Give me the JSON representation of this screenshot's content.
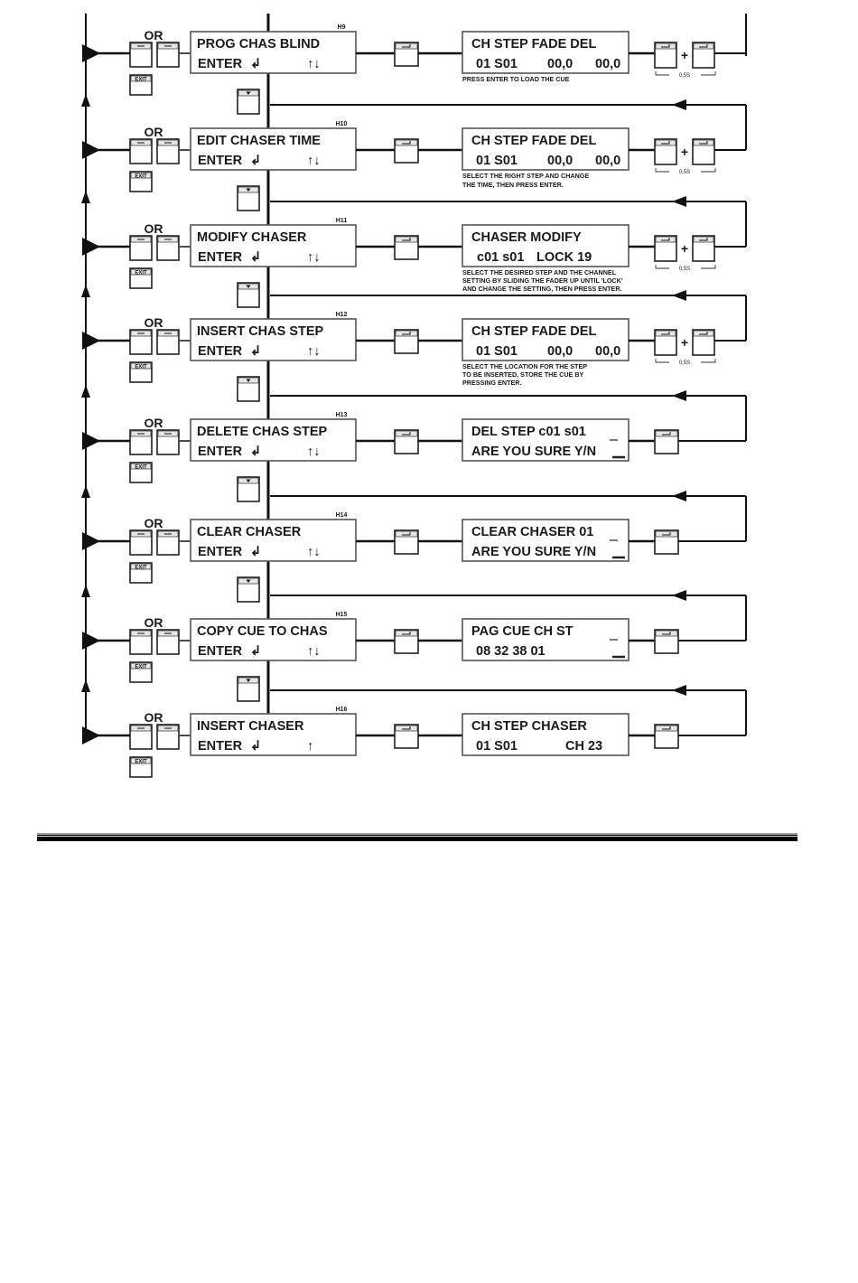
{
  "diagram": {
    "or_label": "OR",
    "exit_key_label": "EXIT",
    "enter_symbol": "↲",
    "hold_time_label": "0,5S",
    "plus_symbol": "+",
    "menus": [
      {
        "code": "H9",
        "line1": "PROG CHAS BLIND",
        "line2": "ENTER",
        "nav_arrows": "↑↓",
        "display": {
          "line1": "CH STEP FADE DEL",
          "line2_parts": [
            "01 S01",
            "00,0",
            "00,0"
          ],
          "cursor": false
        },
        "note": [
          "PRESS ENTER TO LOAD THE CUE"
        ],
        "confirm": "double-enter"
      },
      {
        "code": "H10",
        "line1": "EDIT CHASER TIME",
        "line2": "ENTER",
        "nav_arrows": "↑↓",
        "display": {
          "line1": "CH STEP FADE DEL",
          "line2_parts": [
            "01 S01",
            "00,0",
            "00,0"
          ],
          "cursor": false
        },
        "note": [
          "SELECT THE RIGHT STEP AND CHANGE",
          "THE TIME, THEN PRESS ENTER."
        ],
        "confirm": "double-enter"
      },
      {
        "code": "H11",
        "line1": "MODIFY CHASER",
        "line2": "ENTER",
        "nav_arrows": "↑↓",
        "display": {
          "line1": "CHASER   MODIFY",
          "line2_parts": [
            "c01 s01",
            "LOCK 19"
          ],
          "cursor": false
        },
        "note": [
          "SELECT THE DESIRED STEP AND THE CHANNEL",
          "SETTING BY SLIDING THE FADER UP UNTIL 'LOCK'",
          "AND CHANGE THE SETTING, THEN PRESS ENTER."
        ],
        "confirm": "double-enter"
      },
      {
        "code": "H12",
        "line1": "INSERT CHAS STEP",
        "line2": "ENTER",
        "nav_arrows": "↑↓",
        "display": {
          "line1": "CH STEP FADE DEL",
          "line2_parts": [
            "01 S01",
            "00,0",
            "00,0"
          ],
          "cursor": false
        },
        "note": [
          "SELECT THE LOCATION FOR THE STEP",
          "TO BE INSERTED, STORE THE CUE BY",
          "PRESSING ENTER."
        ],
        "confirm": "double-enter"
      },
      {
        "code": "H13",
        "line1": "DELETE CHAS STEP",
        "line2": "ENTER",
        "nav_arrows": "↑↓",
        "display": {
          "line1": "DEL STEP c01 s01",
          "line2_parts": [
            "ARE YOU SURE Y/N"
          ],
          "cursor": true
        },
        "note": [],
        "confirm": "single-enter"
      },
      {
        "code": "H14",
        "line1": "CLEAR CHASER",
        "line2": "ENTER",
        "nav_arrows": "↑↓",
        "display": {
          "line1": "CLEAR CHASER  01",
          "line2_parts": [
            "ARE YOU SURE Y/N"
          ],
          "cursor": true
        },
        "note": [],
        "confirm": "single-enter"
      },
      {
        "code": "H15",
        "line1": "COPY CUE TO CHAS",
        "line2": "ENTER",
        "nav_arrows": "↑↓",
        "display": {
          "line1": "PAG CUE   CH  ST",
          "line2_parts": [
            "08  32   38 01"
          ],
          "cursor": true
        },
        "note": [],
        "confirm": "single-enter"
      },
      {
        "code": "H16",
        "line1": "INSERT CHASER",
        "line2": "ENTER",
        "nav_arrows": "↑",
        "display": {
          "line1": "CH STEP   CHASER",
          "line2_parts": [
            "01 S01",
            "CH 23"
          ],
          "cursor": false
        },
        "note": [],
        "confirm": "single-enter"
      }
    ]
  }
}
